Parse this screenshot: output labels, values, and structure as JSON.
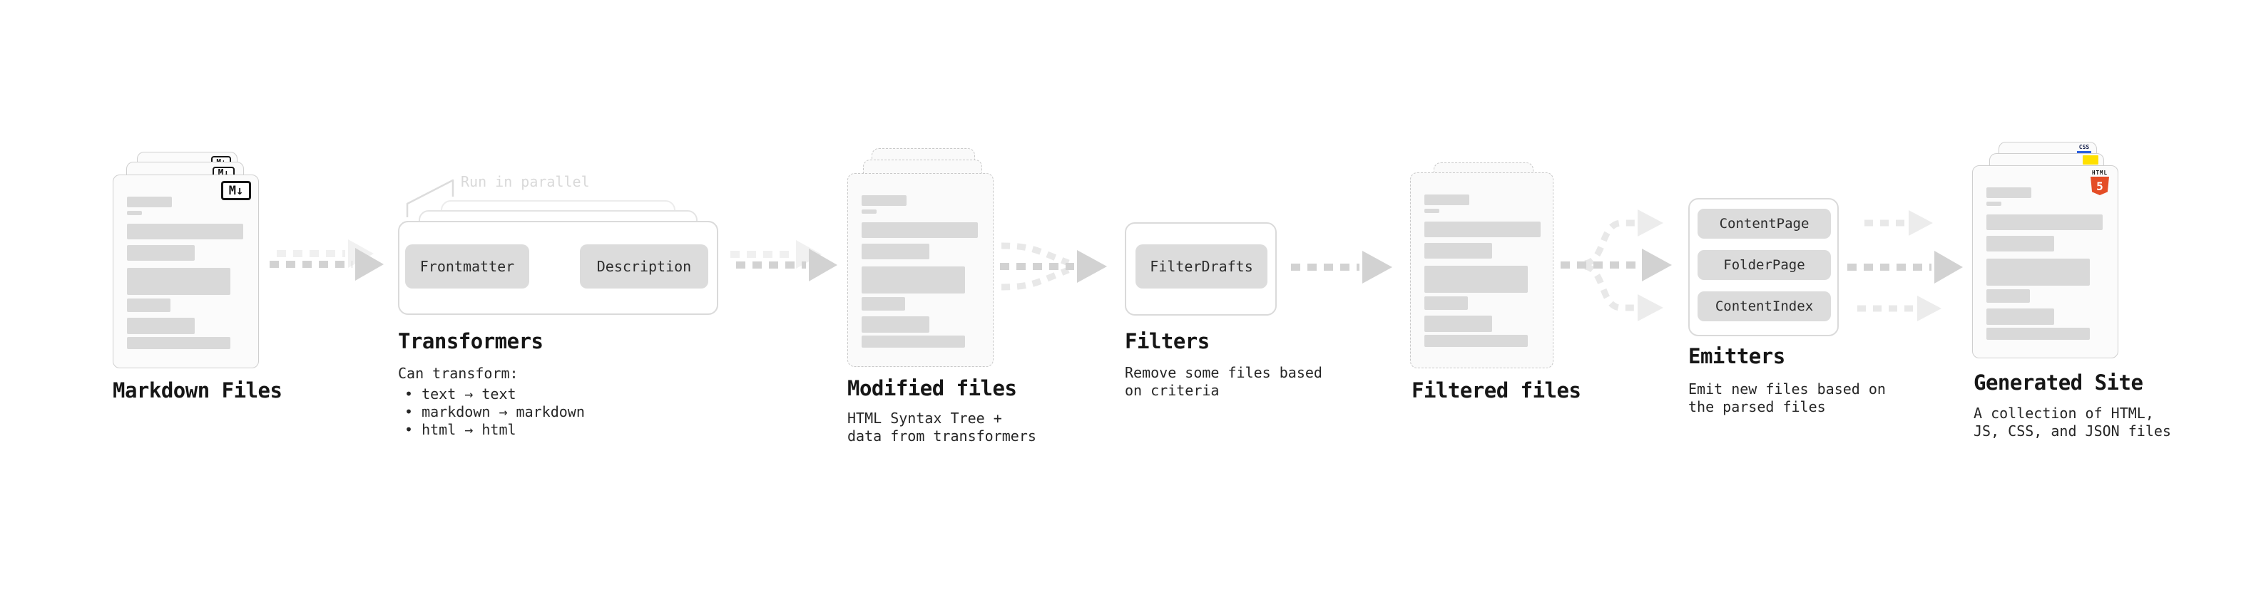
{
  "stages": [
    {
      "id": "markdown-files",
      "title": "Markdown Files"
    },
    {
      "id": "transformers",
      "title": "Transformers",
      "callout": "Run in parallel",
      "pills": [
        "Frontmatter",
        "Description"
      ],
      "lead": "Can transform:",
      "bullets": [
        "• text → text",
        "• markdown → markdown",
        "• html → html"
      ]
    },
    {
      "id": "modified-files",
      "title": "Modified files",
      "desc": [
        "HTML Syntax Tree +",
        "data from transformers"
      ]
    },
    {
      "id": "filters",
      "title": "Filters",
      "pills": [
        "FilterDrafts"
      ],
      "desc": [
        "Remove some files based",
        "on criteria"
      ]
    },
    {
      "id": "filtered-files",
      "title": "Filtered files"
    },
    {
      "id": "emitters",
      "title": "Emitters",
      "pills": [
        "ContentPage",
        "FolderPage",
        "ContentIndex"
      ],
      "desc": [
        "Emit new files based on",
        "the parsed files"
      ]
    },
    {
      "id": "generated-site",
      "title": "Generated Site",
      "desc": [
        "A collection of HTML,",
        "JS, CSS, and JSON files"
      ]
    }
  ],
  "badges": {
    "markdown": "M↓",
    "css": "CSS",
    "html": "HTML",
    "html_number": "5"
  },
  "colors": {
    "html5_orange": "#e44d26",
    "js_yellow": "#ffe000",
    "css_blue": "#2b5fde",
    "pill_gray": "#dcdcdc",
    "arrow_dark": "#d2d2d2",
    "arrow_light": "#ececec"
  }
}
